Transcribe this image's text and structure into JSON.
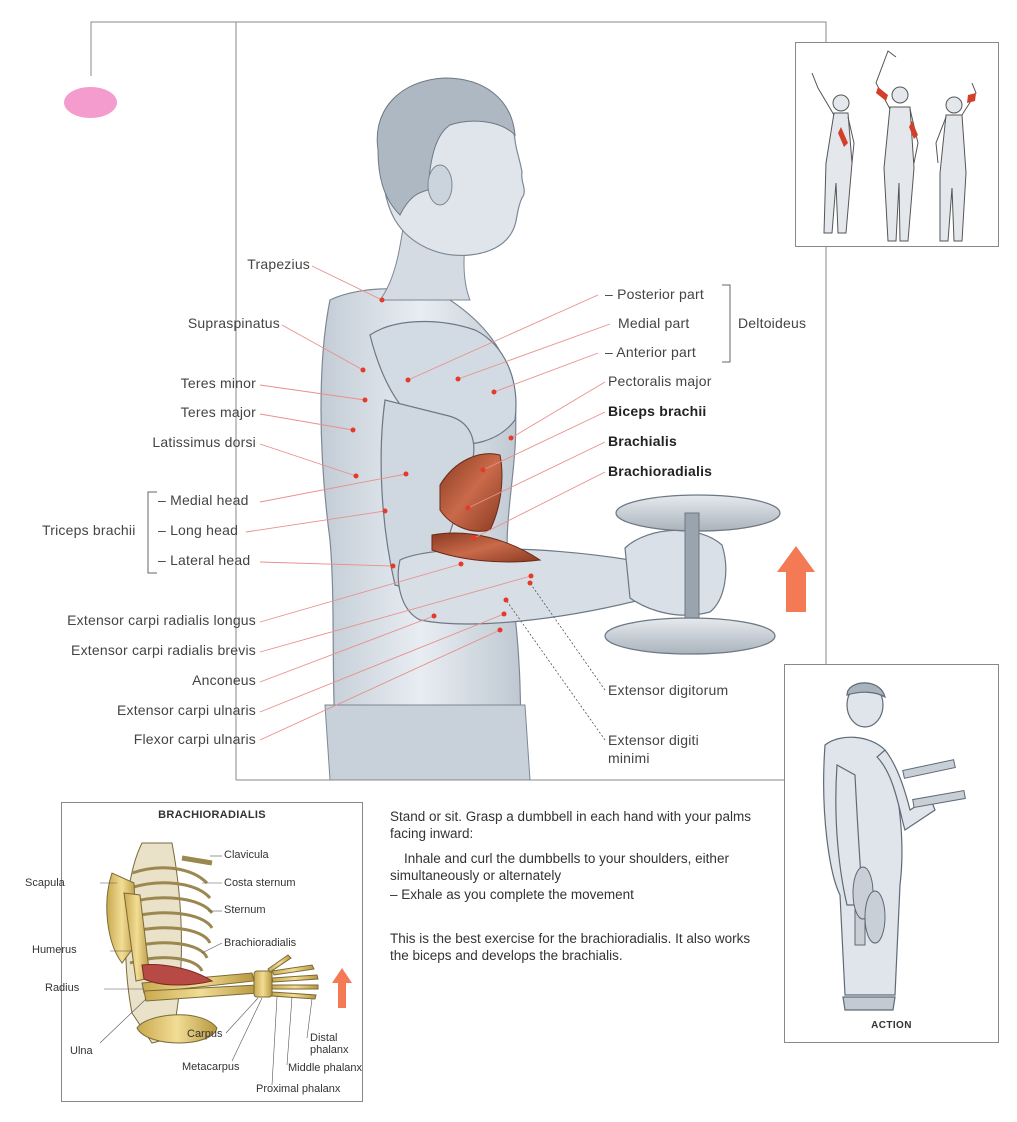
{
  "main_labels_left": [
    {
      "id": "trapezius",
      "text": "Trapezius"
    },
    {
      "id": "supraspinatus",
      "text": "Supraspinatus"
    },
    {
      "id": "teres-minor",
      "text": "Teres minor"
    },
    {
      "id": "teres-major",
      "text": "Teres major"
    },
    {
      "id": "latissimus-dorsi",
      "text": "Latissimus dorsi"
    },
    {
      "id": "medial-head",
      "text": "– Medial head"
    },
    {
      "id": "long-head",
      "text": "– Long head"
    },
    {
      "id": "lateral-head",
      "text": "– Lateral head"
    },
    {
      "id": "ext-carpi-rad-longus",
      "text": "Extensor carpi radialis longus"
    },
    {
      "id": "ext-carpi-rad-brevis",
      "text": "Extensor carpi radialis brevis"
    },
    {
      "id": "anconeus",
      "text": "Anconeus"
    },
    {
      "id": "ext-carpi-ulnaris",
      "text": "Extensor carpi ulnaris"
    },
    {
      "id": "flexor-carpi-ulnaris",
      "text": "Flexor carpi ulnaris"
    }
  ],
  "triceps_group_label": "Triceps brachii",
  "main_labels_right": [
    {
      "id": "posterior-part",
      "text": "– Posterior part"
    },
    {
      "id": "medial-part",
      "text": "Medial part"
    },
    {
      "id": "anterior-part",
      "text": "– Anterior part"
    },
    {
      "id": "pectoralis-major",
      "text": "Pectoralis major"
    },
    {
      "id": "biceps-brachii",
      "text": "Biceps brachii"
    },
    {
      "id": "brachialis",
      "text": "Brachialis"
    },
    {
      "id": "brachioradialis",
      "text": "Brachioradialis"
    },
    {
      "id": "extensor-digitorum",
      "text": "Extensor digitorum"
    },
    {
      "id": "extensor-digiti-minimi",
      "text": "Extensor digiti minimi"
    }
  ],
  "deltoid_group_label": "Deltoideus",
  "skeleton_panel": {
    "title": "BRACHIORADIALIS",
    "labels": {
      "clavicula": "Clavicula",
      "costa_sternum": "Costa sternum",
      "sternum": "Sternum",
      "brachioradialis": "Brachioradialis",
      "scapula": "Scapula",
      "humerus": "Humerus",
      "radius": "Radius",
      "ulna": "Ulna",
      "carpus": "Carpus",
      "metacarpus": "Metacarpus",
      "distal_phalanx": "Distal phalanx",
      "middle_phalanx": "Middle phalanx",
      "proximal_phalanx": "Proximal phalanx"
    }
  },
  "instructions": {
    "p1": "Stand or sit. Grasp a dumbbell in each hand with your palms facing inward:",
    "p2": "Inhale and curl the dumbbells to your shoulders, either simultaneously or alternately",
    "p3": "– Exhale as you complete the movement",
    "p4": "This is the best exercise for the brachioradialis. It also works the biceps and develops the brachialis."
  },
  "action_panel": {
    "caption": "ACTION"
  },
  "colors": {
    "tab": "#f49ccd",
    "arrow_top": "#f35a3a",
    "arrow_bottom": "#fde0d6",
    "leader_line": "#e8908a",
    "leader_dot": "#e53a2a",
    "muscle_highlight": "#b5543a",
    "skin": "#cfd7e0"
  }
}
